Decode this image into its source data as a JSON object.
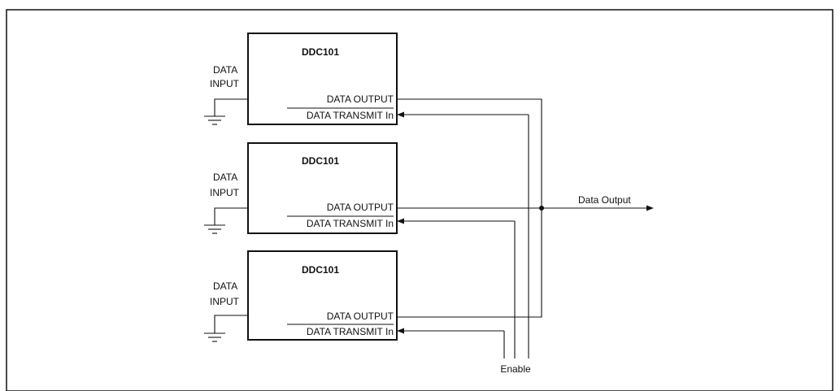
{
  "chips": [
    {
      "name": "DDC101",
      "input_label_1": "DATA",
      "input_label_2": "INPUT",
      "output_label": "DATA OUTPUT",
      "transmit_label": "DATA TRANSMIT In"
    },
    {
      "name": "DDC101",
      "input_label_1": "DATA",
      "input_label_2": "INPUT",
      "output_label": "DATA OUTPUT",
      "transmit_label": "DATA TRANSMIT In"
    },
    {
      "name": "DDC101",
      "input_label_1": "DATA",
      "input_label_2": "INPUT",
      "output_label": "DATA OUTPUT",
      "transmit_label": "DATA TRANSMIT In"
    }
  ],
  "bus_output_label": "Data Output",
  "enable_label": "Enable"
}
